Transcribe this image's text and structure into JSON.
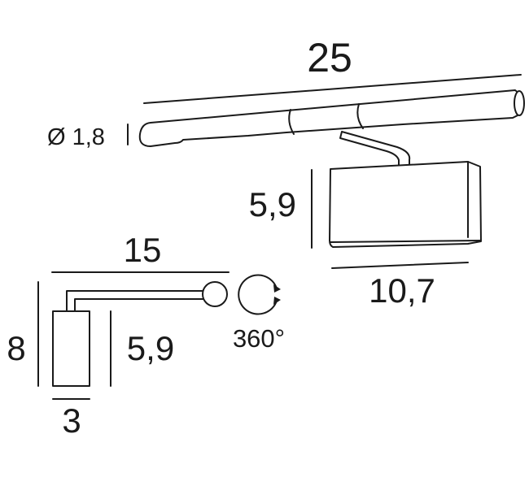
{
  "colors": {
    "line": "#1a1a1a",
    "background": "#ffffff"
  },
  "front_view": {
    "total_length": "25",
    "tube_diameter": "Ø 1,8",
    "head_height": "5,9",
    "head_width": "10,7"
  },
  "side_view": {
    "arm_length": "15",
    "total_height": "8",
    "head_height": "5,9",
    "head_depth": "3",
    "rotation": "360°"
  },
  "icons": {
    "rotation": "rotate-360-icon"
  }
}
